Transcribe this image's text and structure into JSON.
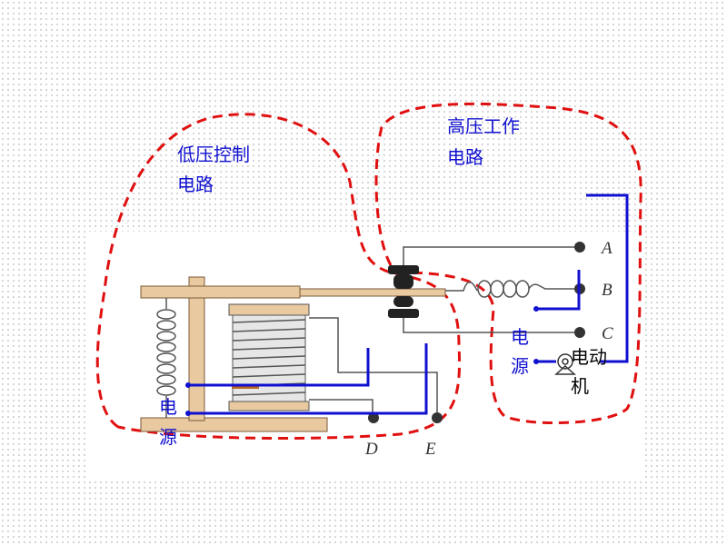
{
  "labels": {
    "low_voltage_line1": "低压控制",
    "low_voltage_line2": "电路",
    "high_voltage_line1": "高压工作",
    "high_voltage_line2": "电路",
    "left_power_1": "电",
    "left_power_2": "源",
    "right_power_1": "电",
    "right_power_2": "源",
    "motor_line1": "电动",
    "motor_line2": "机"
  },
  "terminals": {
    "a": "A",
    "b": "B",
    "c": "C",
    "d": "D",
    "e": "E"
  },
  "colors": {
    "dash": "#e01010",
    "wire_blue": "#1010d0",
    "wood": "#e8c9a0"
  }
}
